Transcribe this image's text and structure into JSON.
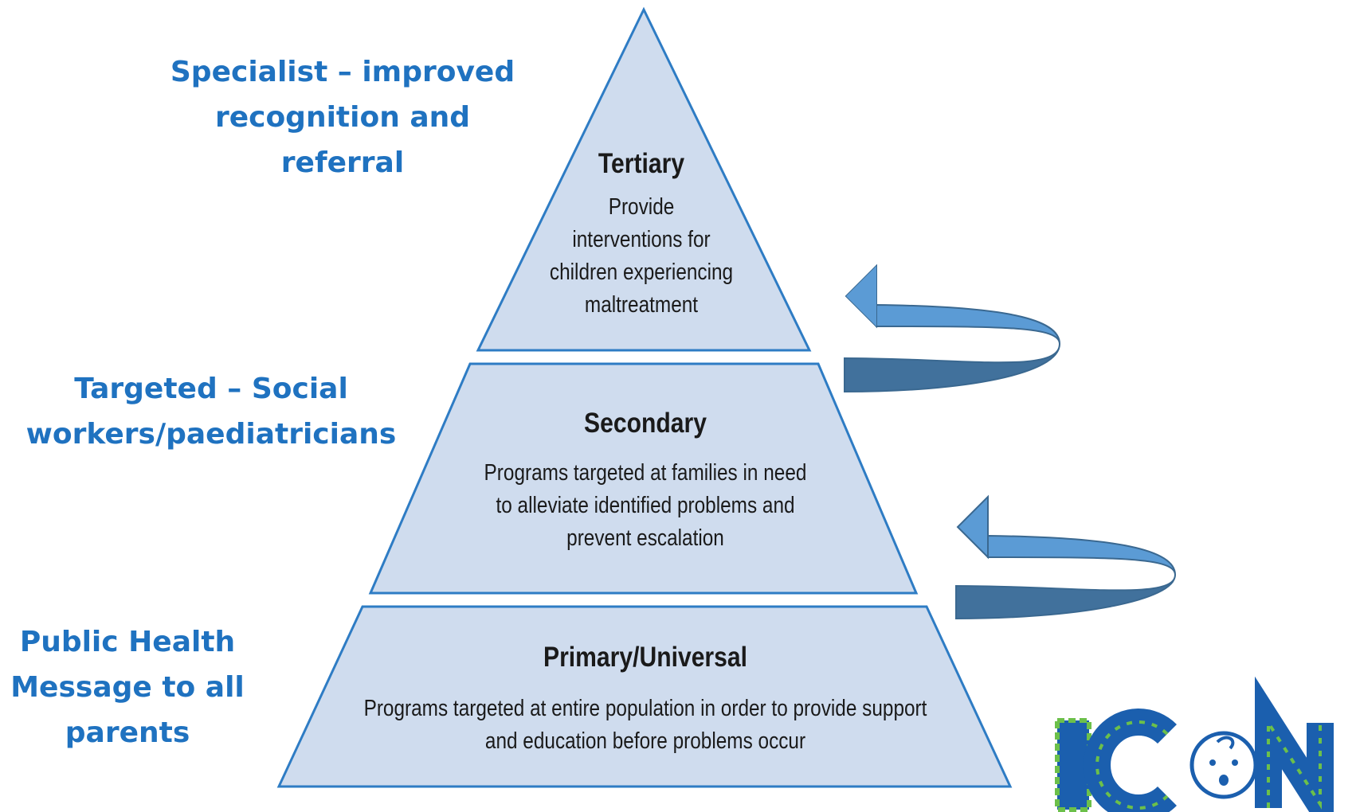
{
  "side_labels": {
    "specialist": [
      "Specialist – improved",
      "recognition and",
      "referral"
    ],
    "targeted": [
      "Targeted – Social",
      "workers/paediatricians"
    ],
    "public_health": [
      "Public Health",
      "Message to all",
      "parents"
    ]
  },
  "tiers": {
    "tertiary": {
      "title": "Tertiary",
      "desc": [
        "Provide",
        "interventions for",
        "children experiencing",
        "maltreatment"
      ]
    },
    "secondary": {
      "title": "Secondary",
      "desc": [
        "Programs targeted at families in need",
        "to alleviate identified problems and",
        "prevent escalation"
      ]
    },
    "primary": {
      "title": "Primary/Universal",
      "desc": [
        "Programs targeted at entire population in order to provide support",
        "and education before problems occur"
      ]
    }
  },
  "logo": {
    "text": "ICON",
    "colors": {
      "blue": "#1b5fae",
      "green": "#6cc04a"
    }
  },
  "colors": {
    "label_blue": "#1f72c0",
    "pyramid_fill": "#cfdcee",
    "pyramid_stroke": "#2e7cc4",
    "arrow_fill": "#5b9bd5",
    "arrow_dark": "#41719c"
  }
}
